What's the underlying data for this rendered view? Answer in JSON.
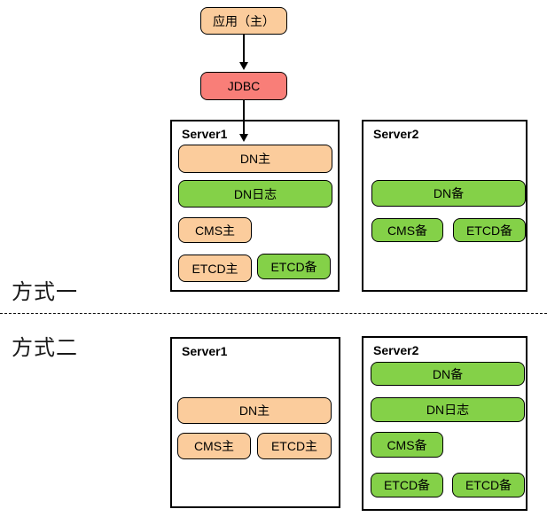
{
  "flow": {
    "app_label": "应用（主）",
    "jdbc_label": "JDBC"
  },
  "method1": {
    "label": "方式一",
    "server1": {
      "title": "Server1",
      "dn_primary": "DN主",
      "dn_log": "DN日志",
      "cms_primary": "CMS主",
      "etcd_primary": "ETCD主",
      "etcd_standby": "ETCD备"
    },
    "server2": {
      "title": "Server2",
      "dn_standby": "DN备",
      "cms_standby": "CMS备",
      "etcd_standby": "ETCD备"
    }
  },
  "method2": {
    "label": "方式二",
    "server1": {
      "title": "Server1",
      "dn_primary": "DN主",
      "cms_primary": "CMS主",
      "etcd_primary": "ETCD主"
    },
    "server2": {
      "title": "Server2",
      "dn_standby": "DN备",
      "dn_log": "DN日志",
      "cms_standby": "CMS备",
      "etcd_standby_1": "ETCD备",
      "etcd_standby_2": "ETCD备"
    }
  },
  "colors": {
    "primary_fill": "#FBCC9C",
    "standby_fill": "#84D148",
    "jdbc_fill": "#F97E78",
    "border": "#000000"
  }
}
